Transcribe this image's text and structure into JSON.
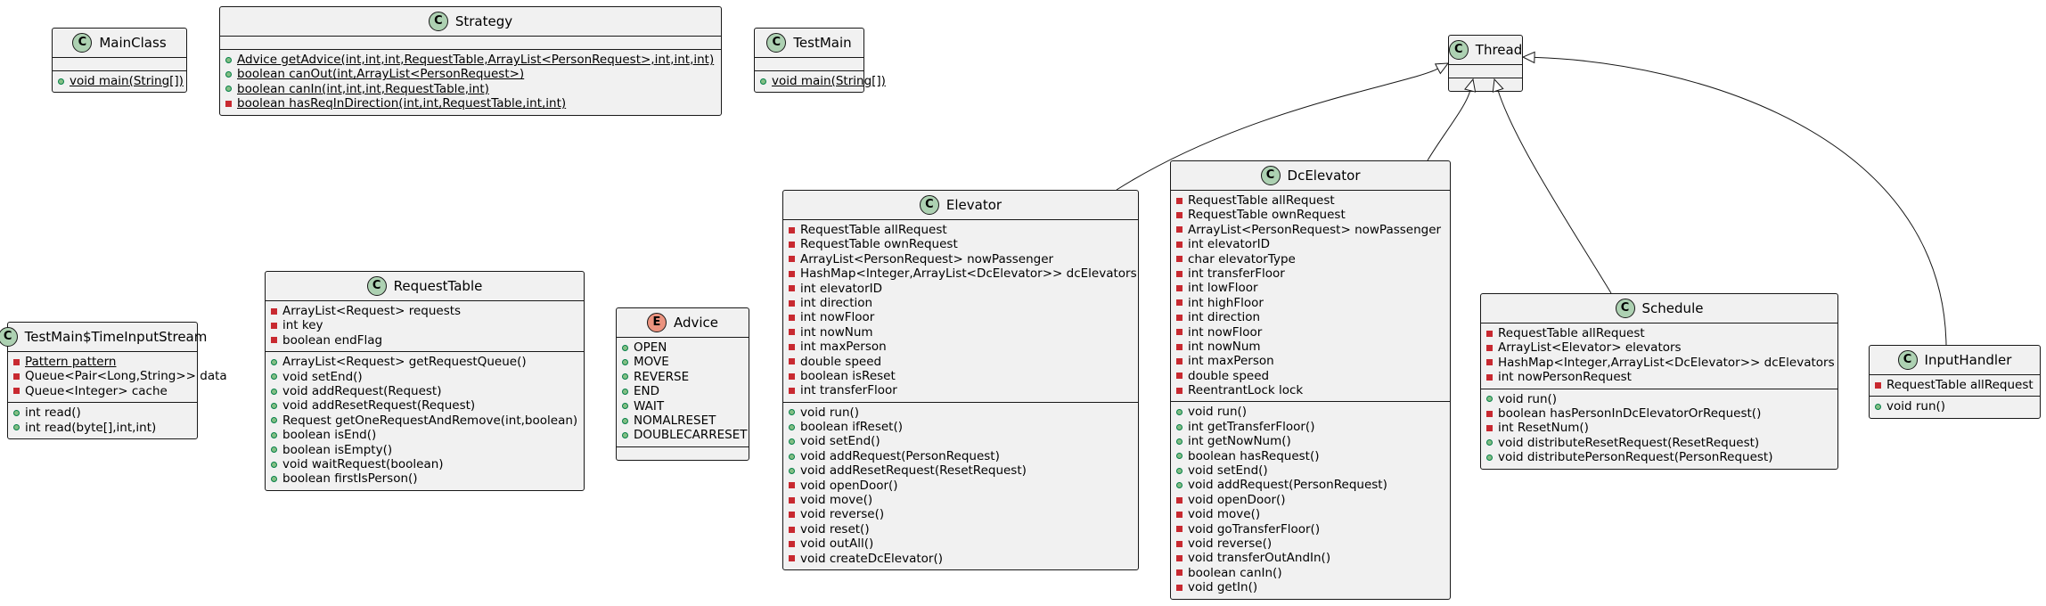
{
  "classes": [
    {
      "id": "MainClass",
      "name": "MainClass",
      "kind": "C",
      "attributes": [],
      "methods": [
        {
          "v": "+",
          "text": "void main(String[])",
          "static": true
        }
      ]
    },
    {
      "id": "Strategy",
      "name": "Strategy",
      "kind": "C",
      "attributes": [],
      "methods": [
        {
          "v": "+",
          "text": "Advice getAdvice(int,int,int,RequestTable,ArrayList<PersonRequest>,int,int,int)",
          "static": true
        },
        {
          "v": "+",
          "text": "boolean canOut(int,ArrayList<PersonRequest>)",
          "static": true
        },
        {
          "v": "+",
          "text": "boolean canIn(int,int,int,RequestTable,int)",
          "static": true
        },
        {
          "v": "-",
          "text": "boolean hasReqInDirection(int,int,RequestTable,int,int)",
          "static": true
        }
      ]
    },
    {
      "id": "TestMain",
      "name": "TestMain",
      "kind": "C",
      "attributes": [],
      "methods": [
        {
          "v": "+",
          "text": "void main(String[])",
          "static": true
        }
      ]
    },
    {
      "id": "Thread",
      "name": "Thread",
      "kind": "C",
      "attributes": [],
      "methods": []
    },
    {
      "id": "TestMainTimeInputStream",
      "name": "TestMain$TimeInputStream",
      "kind": "C",
      "attributes": [
        {
          "v": "-",
          "text": "Pattern pattern",
          "static": true
        },
        {
          "v": "-",
          "text": "Queue<Pair<Long,String>> data"
        },
        {
          "v": "-",
          "text": "Queue<Integer> cache"
        }
      ],
      "methods": [
        {
          "v": "+",
          "text": "int read()"
        },
        {
          "v": "+",
          "text": "int read(byte[],int,int)"
        }
      ]
    },
    {
      "id": "RequestTable",
      "name": "RequestTable",
      "kind": "C",
      "attributes": [
        {
          "v": "-",
          "text": "ArrayList<Request> requests"
        },
        {
          "v": "-",
          "text": "int key"
        },
        {
          "v": "-",
          "text": "boolean endFlag"
        }
      ],
      "methods": [
        {
          "v": "+",
          "text": "ArrayList<Request> getRequestQueue()"
        },
        {
          "v": "+",
          "text": "void setEnd()"
        },
        {
          "v": "+",
          "text": "void addRequest(Request)"
        },
        {
          "v": "+",
          "text": "void addResetRequest(Request)"
        },
        {
          "v": "+",
          "text": "Request getOneRequestAndRemove(int,boolean)"
        },
        {
          "v": "+",
          "text": "boolean isEnd()"
        },
        {
          "v": "+",
          "text": "boolean isEmpty()"
        },
        {
          "v": "+",
          "text": "void waitRequest(boolean)"
        },
        {
          "v": "+",
          "text": "boolean firstIsPerson()"
        }
      ]
    },
    {
      "id": "Advice",
      "name": "Advice",
      "kind": "E",
      "attributes": [
        {
          "v": "+",
          "text": "OPEN"
        },
        {
          "v": "+",
          "text": "MOVE"
        },
        {
          "v": "+",
          "text": "REVERSE"
        },
        {
          "v": "+",
          "text": "END"
        },
        {
          "v": "+",
          "text": "WAIT"
        },
        {
          "v": "+",
          "text": "NOMALRESET"
        },
        {
          "v": "+",
          "text": "DOUBLECARRESET"
        }
      ],
      "methods": []
    },
    {
      "id": "Elevator",
      "name": "Elevator",
      "kind": "C",
      "attributes": [
        {
          "v": "-",
          "text": "RequestTable allRequest"
        },
        {
          "v": "-",
          "text": "RequestTable ownRequest"
        },
        {
          "v": "-",
          "text": "ArrayList<PersonRequest> nowPassenger"
        },
        {
          "v": "-",
          "text": "HashMap<Integer,ArrayList<DcElevator>> dcElevators"
        },
        {
          "v": "-",
          "text": "int elevatorID"
        },
        {
          "v": "-",
          "text": "int direction"
        },
        {
          "v": "-",
          "text": "int nowFloor"
        },
        {
          "v": "-",
          "text": "int nowNum"
        },
        {
          "v": "-",
          "text": "int maxPerson"
        },
        {
          "v": "-",
          "text": "double speed"
        },
        {
          "v": "-",
          "text": "boolean isReset"
        },
        {
          "v": "-",
          "text": "int transferFloor"
        }
      ],
      "methods": [
        {
          "v": "+",
          "text": "void run()"
        },
        {
          "v": "+",
          "text": "boolean ifReset()"
        },
        {
          "v": "+",
          "text": "void setEnd()"
        },
        {
          "v": "+",
          "text": "void addRequest(PersonRequest)"
        },
        {
          "v": "+",
          "text": "void addResetRequest(ResetRequest)"
        },
        {
          "v": "-",
          "text": "void openDoor()"
        },
        {
          "v": "-",
          "text": "void move()"
        },
        {
          "v": "-",
          "text": "void reverse()"
        },
        {
          "v": "-",
          "text": "void reset()"
        },
        {
          "v": "-",
          "text": "void outAll()"
        },
        {
          "v": "-",
          "text": "void createDcElevator()"
        }
      ]
    },
    {
      "id": "DcElevator",
      "name": "DcElevator",
      "kind": "C",
      "attributes": [
        {
          "v": "-",
          "text": "RequestTable allRequest"
        },
        {
          "v": "-",
          "text": "RequestTable ownRequest"
        },
        {
          "v": "-",
          "text": "ArrayList<PersonRequest> nowPassenger"
        },
        {
          "v": "-",
          "text": "int elevatorID"
        },
        {
          "v": "-",
          "text": "char elevatorType"
        },
        {
          "v": "-",
          "text": "int transferFloor"
        },
        {
          "v": "-",
          "text": "int lowFloor"
        },
        {
          "v": "-",
          "text": "int highFloor"
        },
        {
          "v": "-",
          "text": "int direction"
        },
        {
          "v": "-",
          "text": "int nowFloor"
        },
        {
          "v": "-",
          "text": "int nowNum"
        },
        {
          "v": "-",
          "text": "int maxPerson"
        },
        {
          "v": "-",
          "text": "double speed"
        },
        {
          "v": "-",
          "text": "ReentrantLock lock"
        }
      ],
      "methods": [
        {
          "v": "+",
          "text": "void run()"
        },
        {
          "v": "+",
          "text": "int getTransferFloor()"
        },
        {
          "v": "+",
          "text": "int getNowNum()"
        },
        {
          "v": "+",
          "text": "boolean hasRequest()"
        },
        {
          "v": "+",
          "text": "void setEnd()"
        },
        {
          "v": "+",
          "text": "void addRequest(PersonRequest)"
        },
        {
          "v": "-",
          "text": "void openDoor()"
        },
        {
          "v": "-",
          "text": "void move()"
        },
        {
          "v": "-",
          "text": "void goTransferFloor()"
        },
        {
          "v": "-",
          "text": "void reverse()"
        },
        {
          "v": "-",
          "text": "void transferOutAndIn()"
        },
        {
          "v": "-",
          "text": "boolean canIn()"
        },
        {
          "v": "-",
          "text": "void getIn()"
        }
      ]
    },
    {
      "id": "Schedule",
      "name": "Schedule",
      "kind": "C",
      "attributes": [
        {
          "v": "-",
          "text": "RequestTable allRequest"
        },
        {
          "v": "-",
          "text": "ArrayList<Elevator> elevators"
        },
        {
          "v": "-",
          "text": "HashMap<Integer,ArrayList<DcElevator>> dcElevators"
        },
        {
          "v": "-",
          "text": "int nowPersonRequest"
        }
      ],
      "methods": [
        {
          "v": "+",
          "text": "void run()"
        },
        {
          "v": "-",
          "text": "boolean hasPersonInDcElevatorOrRequest()"
        },
        {
          "v": "-",
          "text": "int ResetNum()"
        },
        {
          "v": "+",
          "text": "void distributeResetRequest(ResetRequest)"
        },
        {
          "v": "+",
          "text": "void distributePersonRequest(PersonRequest)"
        }
      ]
    },
    {
      "id": "InputHandler",
      "name": "InputHandler",
      "kind": "C",
      "attributes": [
        {
          "v": "-",
          "text": "RequestTable allRequest"
        }
      ],
      "methods": [
        {
          "v": "+",
          "text": "void run()"
        }
      ]
    }
  ],
  "relations": [
    {
      "from": "Elevator",
      "to": "Thread",
      "type": "extends"
    },
    {
      "from": "DcElevator",
      "to": "Thread",
      "type": "extends"
    },
    {
      "from": "Schedule",
      "to": "Thread",
      "type": "extends"
    },
    {
      "from": "InputHandler",
      "to": "Thread",
      "type": "extends"
    }
  ]
}
